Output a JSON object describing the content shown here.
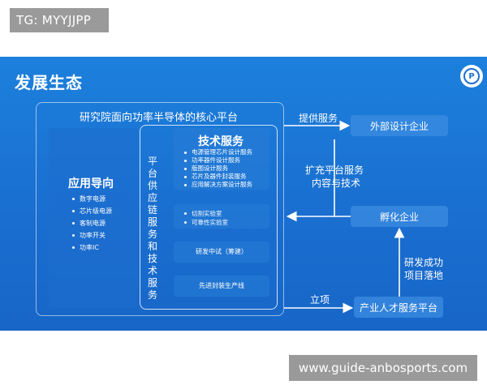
{
  "top_tag": "TG: MYYJJPP",
  "watermark": "www.guide-anbosports.com",
  "slide": {
    "title": "发展生态",
    "logo_letter": "P",
    "outer_panel_title": "研究院面向功率半导体的核心平台",
    "applications": {
      "title": "应用导向",
      "items": [
        "数字电源",
        "芯片级电源",
        "客制电源",
        "功率开关",
        "功率IC"
      ]
    },
    "platform_vertical_label": "平台供应链服务和技术服务",
    "tech_services": {
      "title": "技术服务",
      "items": [
        "电源管理芯片设计服务",
        "功率器件设计服务",
        "版图设计服务",
        "芯片及器件封装服务",
        "应用解决方案设计服务"
      ]
    },
    "labs": {
      "items": [
        "切割实验室",
        "可靠性实验室"
      ]
    },
    "pilot": "研发中试（筹建）",
    "packaging": "先进封装生产线",
    "nodes": {
      "external_design": "外部设计企业",
      "incubation": "孵化企业",
      "talent_platform": "产业人才服务平台"
    },
    "edge_labels": {
      "provide_services": "提供服务",
      "expand_line1": "扩充平台服务",
      "expand_line2": "内容与技术",
      "rd_line1": "研发成功",
      "rd_line2": "项目落地",
      "setup": "立项"
    }
  },
  "colors": {
    "slide_background": "#1a6fd0",
    "tag_background": "#9a9a9a"
  }
}
